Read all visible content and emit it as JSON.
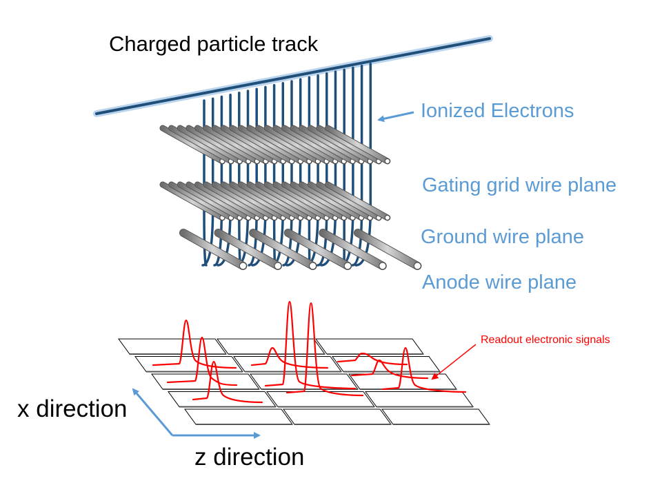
{
  "labels": {
    "track": "Charged particle track",
    "electrons": "Ionized Electrons",
    "gating": "Gating grid wire plane",
    "ground": "Ground wire plane",
    "anode": "Anode wire plane",
    "readout": "Readout electronic signals",
    "x_direction": "x direction",
    "z_direction": "z direction"
  },
  "colors": {
    "track": "#1f4e79",
    "track_glow": "#9dc3e6",
    "electron_drift": "#1f4e79",
    "label_blue": "#5b9bd5",
    "signal": "#ff0000",
    "wire": "#bfbfbf",
    "pad_edge": "#000000"
  },
  "icons": {
    "x_axis_arrow": "arrow-up-left",
    "z_axis_arrow": "arrow-right",
    "electrons_pointer": "arrow-left",
    "readout_pointer": "arrow-down-left"
  }
}
